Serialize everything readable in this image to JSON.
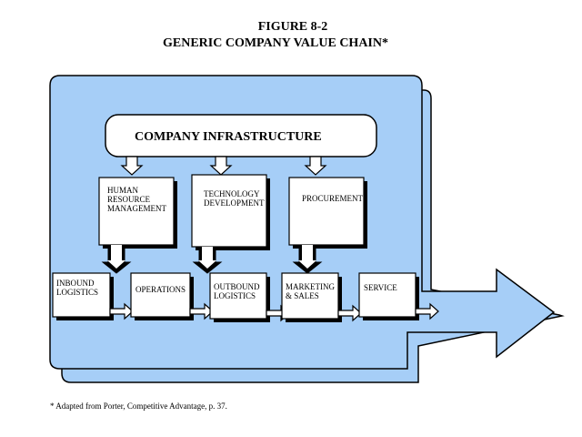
{
  "figure": {
    "number": "FIGURE 8-2",
    "title": "GENERIC COMPANY VALUE CHAIN*",
    "footnote": "* Adapted from Porter, Competitive Advantage, p. 37."
  },
  "colors": {
    "fill_blue": "#a6cef7",
    "box_white": "#ffffff",
    "line": "#000000"
  },
  "infrastructure": {
    "label": "COMPANY INFRASTRUCTURE"
  },
  "support_activities": [
    {
      "lines": [
        "HUMAN",
        "RESOURCE",
        "MANAGEMENT"
      ]
    },
    {
      "lines": [
        "TECHNOLOGY",
        "DEVELOPMENT"
      ]
    },
    {
      "lines": [
        "PROCUREMENT"
      ]
    }
  ],
  "primary_activities": [
    {
      "lines": [
        "INBOUND",
        "LOGISTICS"
      ]
    },
    {
      "lines": [
        "OPERATIONS"
      ]
    },
    {
      "lines": [
        "OUTBOUND",
        "LOGISTICS"
      ]
    },
    {
      "lines": [
        "MARKETING",
        "& SALES"
      ]
    },
    {
      "lines": [
        "SERVICE"
      ]
    }
  ]
}
